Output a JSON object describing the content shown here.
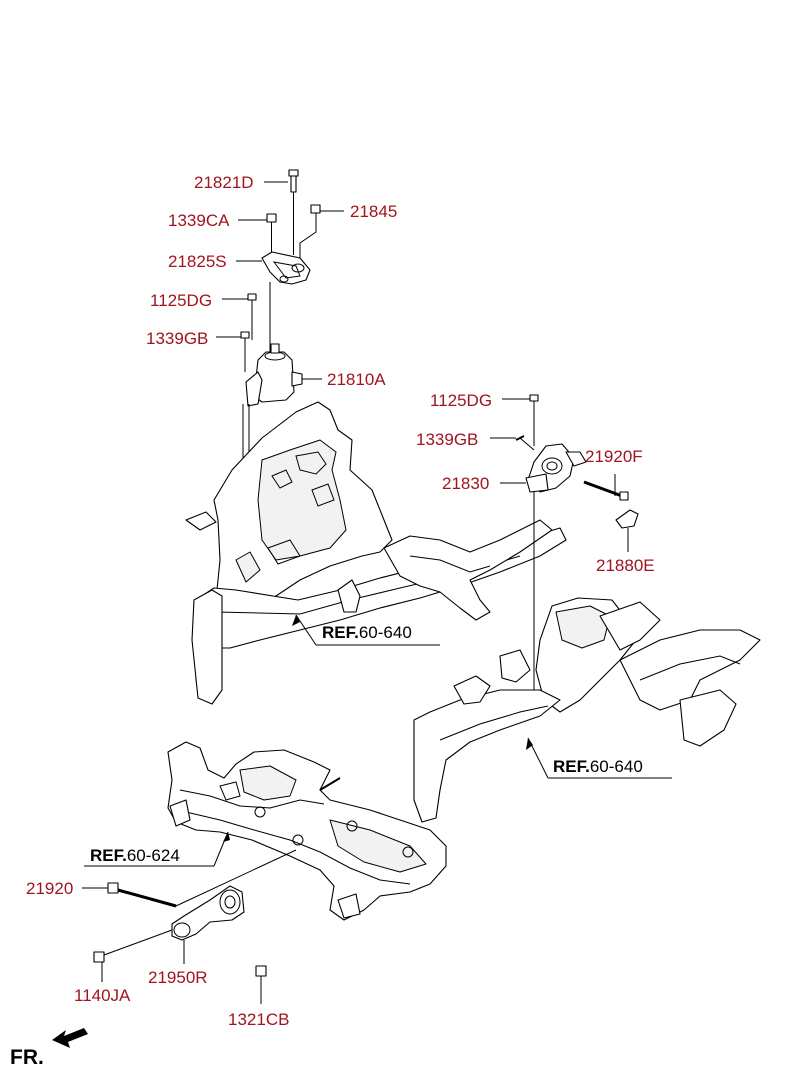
{
  "colors": {
    "label": "#a0141e",
    "line": "#000000",
    "background": "#ffffff"
  },
  "labels": {
    "p21821D": "21821D",
    "p1339CA": "1339CA",
    "p21845": "21845",
    "p21825S": "21825S",
    "p1125DG_a": "1125DG",
    "p1339GB_a": "1339GB",
    "p21810A": "21810A",
    "p1125DG_b": "1125DG",
    "p1339GB_b": "1339GB",
    "p21830": "21830",
    "p21920F": "21920F",
    "p21880E": "21880E",
    "p21920": "21920",
    "p1140JA": "1140JA",
    "p21950R": "21950R",
    "p1321CB": "1321CB"
  },
  "refs": {
    "ref1": {
      "prefix": "REF.",
      "number": "60-640"
    },
    "ref2": {
      "prefix": "REF.",
      "number": "60-640"
    },
    "ref3": {
      "prefix": "REF.",
      "number": "60-624"
    }
  },
  "direction": {
    "label": "FR.",
    "icon": "front-direction-arrow-icon"
  }
}
